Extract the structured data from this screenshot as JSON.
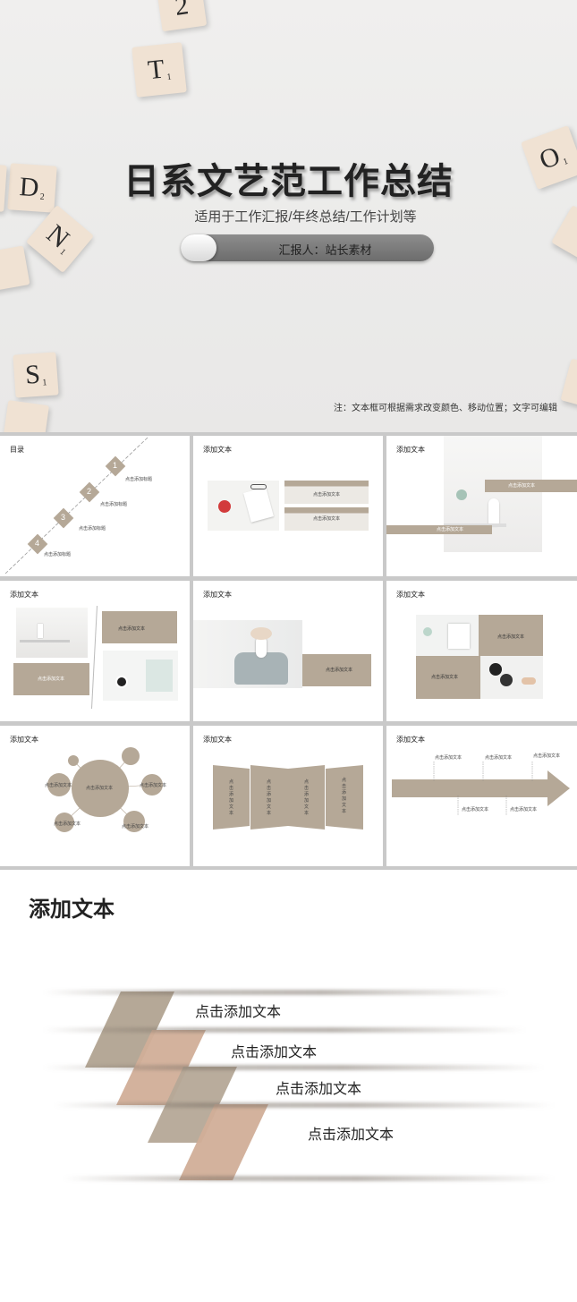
{
  "cover": {
    "title": "日系文艺范工作总结",
    "subtitle": "适用于工作汇报/年终总结/工作计划等",
    "reporter": "汇报人：站长素材",
    "note": "注：文本框可根据需求改变颜色、移动位置；文字可编辑",
    "tiles": [
      {
        "letter": "T",
        "sub": "1"
      },
      {
        "letter": "D",
        "sub": "2"
      },
      {
        "letter": "N",
        "sub": "1"
      },
      {
        "letter": "S",
        "sub": "1"
      },
      {
        "letter": "O",
        "sub": "1"
      },
      {
        "letter": "2",
        "sub": ""
      }
    ]
  },
  "toc": {
    "title": "目录",
    "items": [
      {
        "num": "1",
        "label": "点击添加标题"
      },
      {
        "num": "2",
        "label": "点击添加标题"
      },
      {
        "num": "3",
        "label": "点击添加标题"
      },
      {
        "num": "4",
        "label": "点击添加标题"
      }
    ]
  },
  "slides": {
    "heading": "添加文本",
    "click_text": "点击添加文本",
    "vertical_text": "点击添加文本"
  },
  "big_slide": {
    "title": "添加文本",
    "labels": [
      "点击添加文本",
      "点击添加文本",
      "点击添加文本",
      "点击添加文本"
    ]
  },
  "colors": {
    "tan": "#b5a897",
    "peach": "#d1ae98",
    "tile": "#f0e2d3"
  }
}
